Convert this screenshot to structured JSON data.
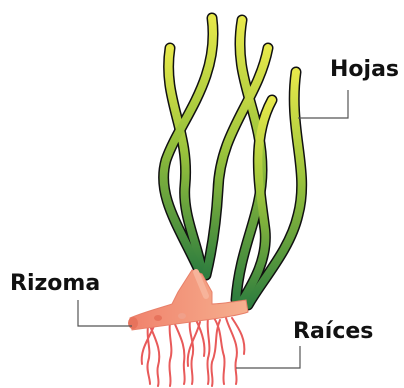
{
  "labels": {
    "hojas": "Hojas",
    "rizoma": "Rizoma",
    "raices": "Raíces"
  },
  "colors": {
    "leaf_top": "#e6e84a",
    "leaf_bottom": "#2e7d3e",
    "leaf_outline": "#111111",
    "rhizome": "#f2967e",
    "root": "#e85a5a",
    "leader_line": "#555555",
    "text": "#111111"
  }
}
